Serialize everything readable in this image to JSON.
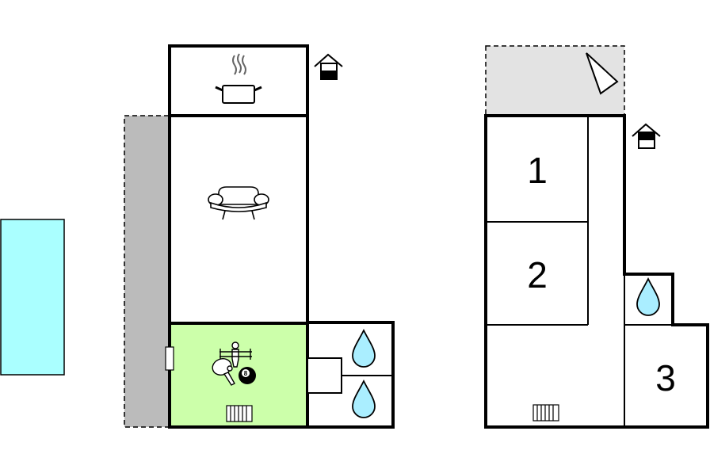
{
  "colors": {
    "pool": "#aaffff",
    "terrace": "#bbbbbb",
    "balcony": "#e3e3e3",
    "game_room": "#ccffaa",
    "water_drop": "#aaeeff",
    "walls": "#000000"
  },
  "icons": [
    "cooking-pot-icon",
    "sofa-icon",
    "table-football-icon",
    "ping-pong-icon",
    "billiard-ball-icon",
    "radiator-icon",
    "water-drop-icon",
    "house-entrance-icon",
    "door-icon",
    "staircase-icon"
  ],
  "plan": {
    "floor_2": {
      "bedrooms": [
        {
          "label": "1"
        },
        {
          "label": "2"
        },
        {
          "label": "3"
        }
      ]
    }
  }
}
